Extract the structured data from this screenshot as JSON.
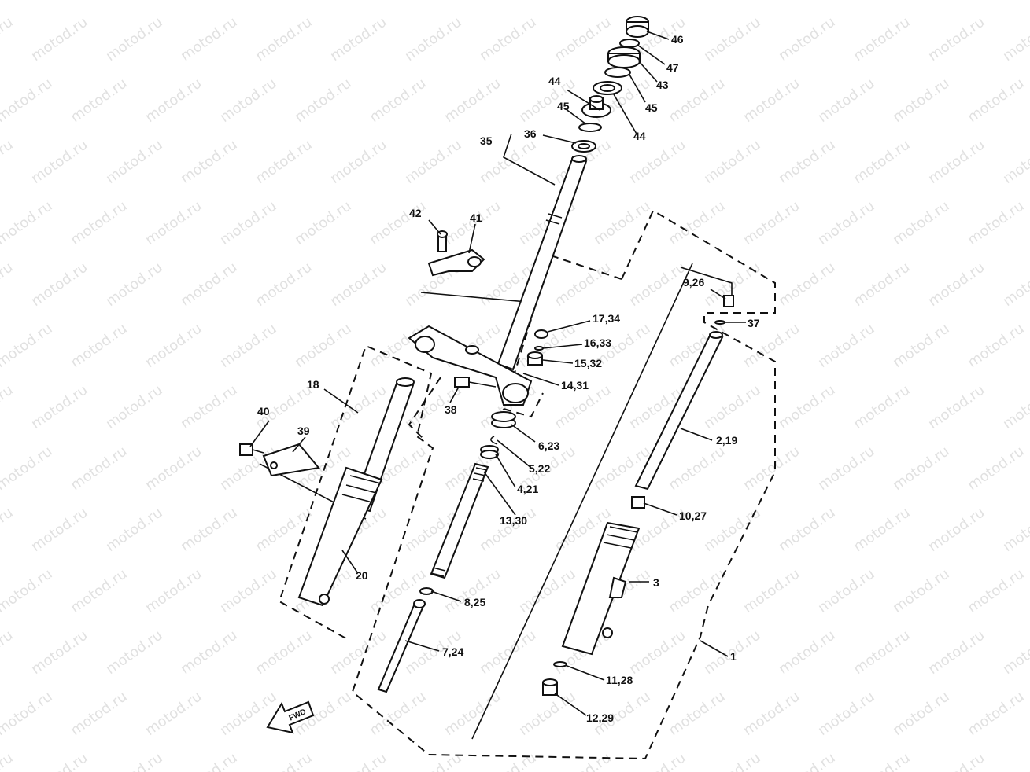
{
  "watermark": {
    "text": "motod.ru"
  },
  "labels": {
    "l46": "46",
    "l47": "47",
    "l43": "43",
    "l45a": "45",
    "l44a": "44",
    "l44b": "44",
    "l45b": "45",
    "l36": "36",
    "l35": "35",
    "l42": "42",
    "l41": "41",
    "l926": "9,26",
    "l37": "37",
    "l1734": "17,34",
    "l1633": "16,33",
    "l1532": "15,32",
    "l1431": "14,31",
    "l38": "38",
    "l18": "18",
    "l40": "40",
    "l39": "39",
    "l623": "6,23",
    "l522": "5,22",
    "l421": "4,21",
    "l1330": "13,30",
    "l219": "2,19",
    "l1027": "10,27",
    "l20": "20",
    "l3": "3",
    "l825": "8,25",
    "l724": "7,24",
    "l1": "1",
    "l1128": "11,28",
    "l1229": "12,29"
  },
  "fwd": {
    "text": "FWD"
  }
}
